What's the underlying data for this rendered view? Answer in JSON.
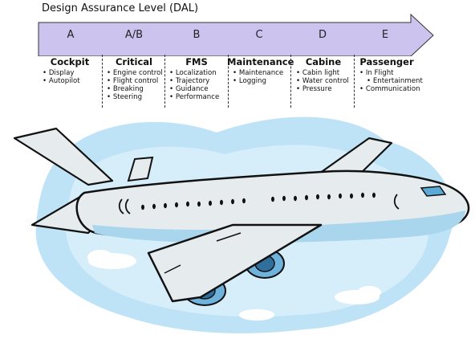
{
  "title": "Design Assurance Level (DAL)",
  "levels": [
    "A",
    "A/B",
    "B",
    "C",
    "D",
    "E"
  ],
  "categories": [
    {
      "title": "Cockpit",
      "items": [
        "Display",
        "Autopilot"
      ]
    },
    {
      "title": "Critical",
      "items": [
        "Engine control",
        "Flight control",
        "Breaking",
        "Steering"
      ]
    },
    {
      "title": "FMS",
      "items": [
        "Localization",
        "Trajectory",
        "Guidance",
        "Performance"
      ]
    },
    {
      "title": "Maintenance",
      "items": [
        "Maintenance",
        "Logging"
      ]
    },
    {
      "title": "Cabine",
      "items": [
        "Cabin light",
        "Water control",
        "Pressure"
      ]
    },
    {
      "title": "Passenger",
      "items": [
        "In Flight",
        "Entertainment",
        "Communication"
      ]
    }
  ],
  "colors": {
    "arrow_fill": "#ccc3ef",
    "arrow_stroke": "#333333",
    "sky": "#bfe3f6",
    "fuselage": "#e6ebee",
    "belly": "#a9d6ec"
  },
  "illustration": "airplane-illustration"
}
